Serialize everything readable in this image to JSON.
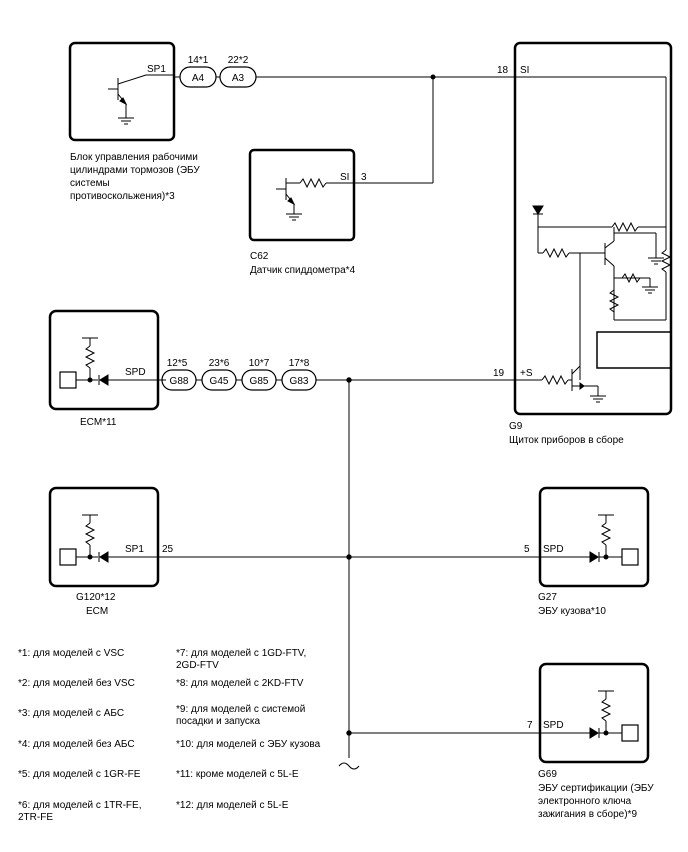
{
  "components": {
    "abs_ecu": {
      "pin_label": "SP1",
      "caption": "Блок управления рабочими\nцилиндрами тормозов (ЭБУ\nсистемы\nпротивоскольжения)*3"
    },
    "sensor": {
      "code": "C62",
      "name": "Датчик спиддометра*4",
      "pin_label": "SI",
      "pin_num": "3"
    },
    "ecm1": {
      "pin_label": "SPD",
      "caption": "ECM*11"
    },
    "ecm2": {
      "pin_label": "SP1",
      "pin_num": "25",
      "code": "G120*12",
      "name": "ECM"
    },
    "meter": {
      "code": "G9",
      "name": "Щиток приборов в сборе",
      "si_label": "SI",
      "si_num": "18",
      "s_label": "+S",
      "s_num": "19"
    },
    "body_ecu": {
      "code": "G27",
      "name": "ЭБУ кузова*10",
      "pin_label": "SPD",
      "pin_num": "5"
    },
    "cert_ecu": {
      "code": "G69",
      "name": "ЭБУ сертификации (ЭБУ\nэлектронного ключа\nзажигания в сборе)*9",
      "pin_label": "SPD",
      "pin_num": "7"
    }
  },
  "connectors_top": [
    {
      "label": "A4",
      "note": "14*1"
    },
    {
      "label": "A3",
      "note": "22*2"
    }
  ],
  "connectors_mid": [
    {
      "label": "G88",
      "note": "12*5"
    },
    {
      "label": "G45",
      "note": "23*6"
    },
    {
      "label": "G85",
      "note": "10*7"
    },
    {
      "label": "G83",
      "note": "17*8"
    }
  ],
  "notes_left": [
    "*1: для моделей с VSC",
    "*2: для моделей без VSC",
    "*3: для моделей с АБС",
    "*4: для моделей без АБС",
    "*5: для моделей с 1GR-FE",
    "*6: для моделей с 1TR-FE,\n2TR-FE"
  ],
  "notes_right": [
    "*7: для моделей с 1GD-FTV,\n2GD-FTV",
    "*8: для моделей с 2KD-FTV",
    "*9: для моделей с системой\nпосадки и запуска",
    "*10: для моделей с ЭБУ кузова",
    "*11: кроме моделей с 5L-E",
    "*12: для моделей с 5L-E"
  ]
}
